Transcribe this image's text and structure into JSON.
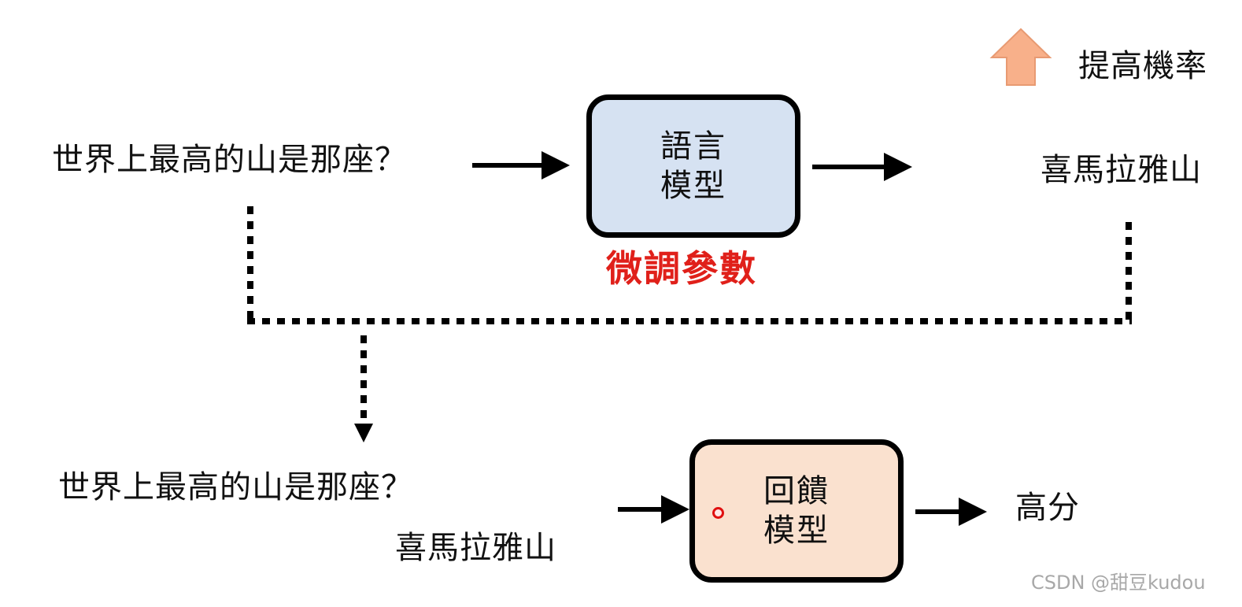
{
  "top_flow": {
    "question": "世界上最高的山是那座？",
    "model_box": {
      "line1": "語言",
      "line2": "模型"
    },
    "answer": "喜馬拉雅山",
    "increase_label": "提高機率",
    "tuning_label": "微調參數"
  },
  "bottom_flow": {
    "question": "世界上最高的山是那座？",
    "answer": "喜馬拉雅山",
    "model_box": {
      "line1": "回饋",
      "line2": "模型"
    },
    "output": "高分"
  },
  "watermark": "CSDN @甜豆kudou",
  "colors": {
    "language_model_fill": "#d6e2f2",
    "reward_model_fill": "#fae1cf",
    "tuning_text": "#e0201a",
    "up_arrow": "#f8b08a"
  },
  "icons": {
    "increase": "up-arrow-icon"
  }
}
